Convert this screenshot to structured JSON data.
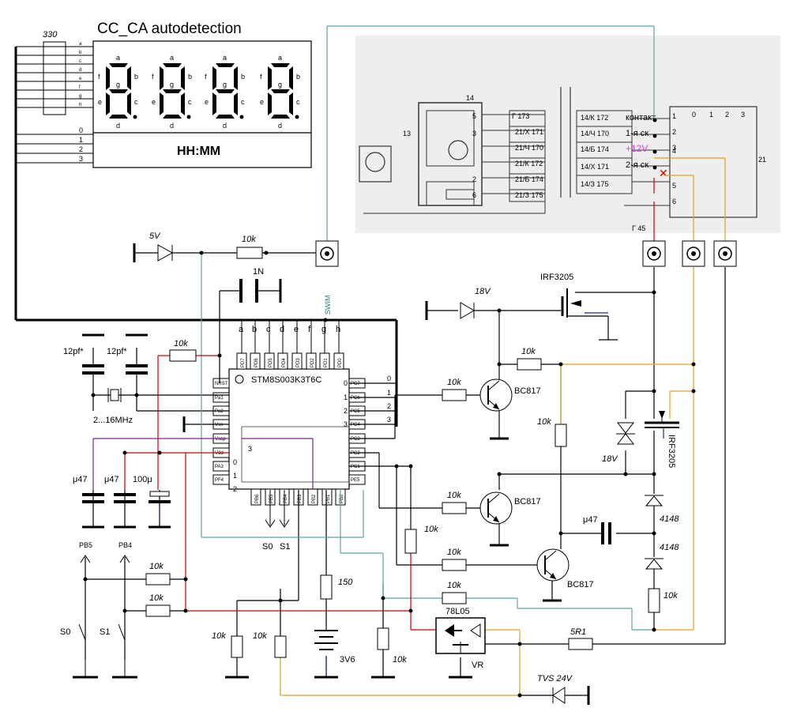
{
  "title": "CC_CA autodetection",
  "display": {
    "format_label": "HH:MM",
    "resistor_label": "330",
    "segment_letters": [
      "a",
      "b",
      "c",
      "d",
      "e",
      "f",
      "g",
      "h"
    ],
    "digit_lines": [
      "0",
      "1",
      "2",
      "3"
    ]
  },
  "mcu": {
    "name": "STM8S003K3T6C",
    "swim_label": "SWIM",
    "top_pins": [
      "PD7",
      "PD6",
      "PD5",
      "PD4",
      "PD3",
      "PD2",
      "PD1",
      "PD0"
    ],
    "top_letters": [
      "a",
      "b",
      "c",
      "d",
      "e",
      "f",
      "g",
      "h"
    ],
    "left_pins": [
      "NRST",
      "Pa1",
      "Pa2",
      "Vss",
      "Vcap",
      "Vdd",
      "PA3",
      "PF4"
    ],
    "left_nums": [
      "0",
      "1",
      "2"
    ],
    "right_pins": [
      "PC7",
      "PC6",
      "PC5",
      "PC4",
      "PC3",
      "PC2",
      "PC1",
      "PE5"
    ],
    "right_nums": [
      "0",
      "1",
      "2",
      "3"
    ],
    "bottom_pins": [
      "PB6",
      "PB5",
      "PB4",
      "PB3",
      "PB2",
      "PB1",
      "PB0"
    ],
    "inner_num": "3",
    "s_labels": [
      "S0",
      "S1"
    ]
  },
  "components": {
    "r_10k": "10k",
    "c_1n": "1N",
    "c_12pf": "12pf*",
    "crystal": "2...16MHz",
    "c_u47": "μ47",
    "c_100u": "100μ",
    "battery": "3V6",
    "r_150": "150",
    "regulator": "78L05",
    "regulator_tag": "VR",
    "r_5r1": "5R1",
    "tvs": "TVS 24V",
    "diode_5v": "5V",
    "diode_18v": "18V",
    "zener_18v": "18V",
    "mosfet1": "IRF3205",
    "mosfet2": "IRF3205",
    "transistor": "BC817",
    "diode_4148": "4148",
    "pb5": "PB5",
    "pb4": "PB4",
    "sw0": "S0",
    "sw1": "S1"
  },
  "scan": {
    "labels": [
      "контакт",
      "1-я ск",
      "+12V",
      "2-я ск"
    ],
    "handwritten": [
      "14",
      "13",
      "Г 173",
      "21/Х 171",
      "21/Ч 170",
      "21/К 172",
      "21/Б 174",
      "21/З 175",
      "14/К 172",
      "14/Ч 170",
      "14/Б 174",
      "14/Х 171",
      "14/З 175",
      "0",
      "1",
      "2",
      "3",
      "1",
      "2",
      "3",
      "4",
      "5",
      "6",
      "21",
      "3",
      "2",
      "5",
      "6",
      "Г 45"
    ]
  },
  "colors": {
    "red": "#cc0000",
    "orange": "#e0a020",
    "teal": "#5ba3a3",
    "purple": "#7a2a7a",
    "blue": "#1a2a8a",
    "magenta": "#e040e0"
  }
}
